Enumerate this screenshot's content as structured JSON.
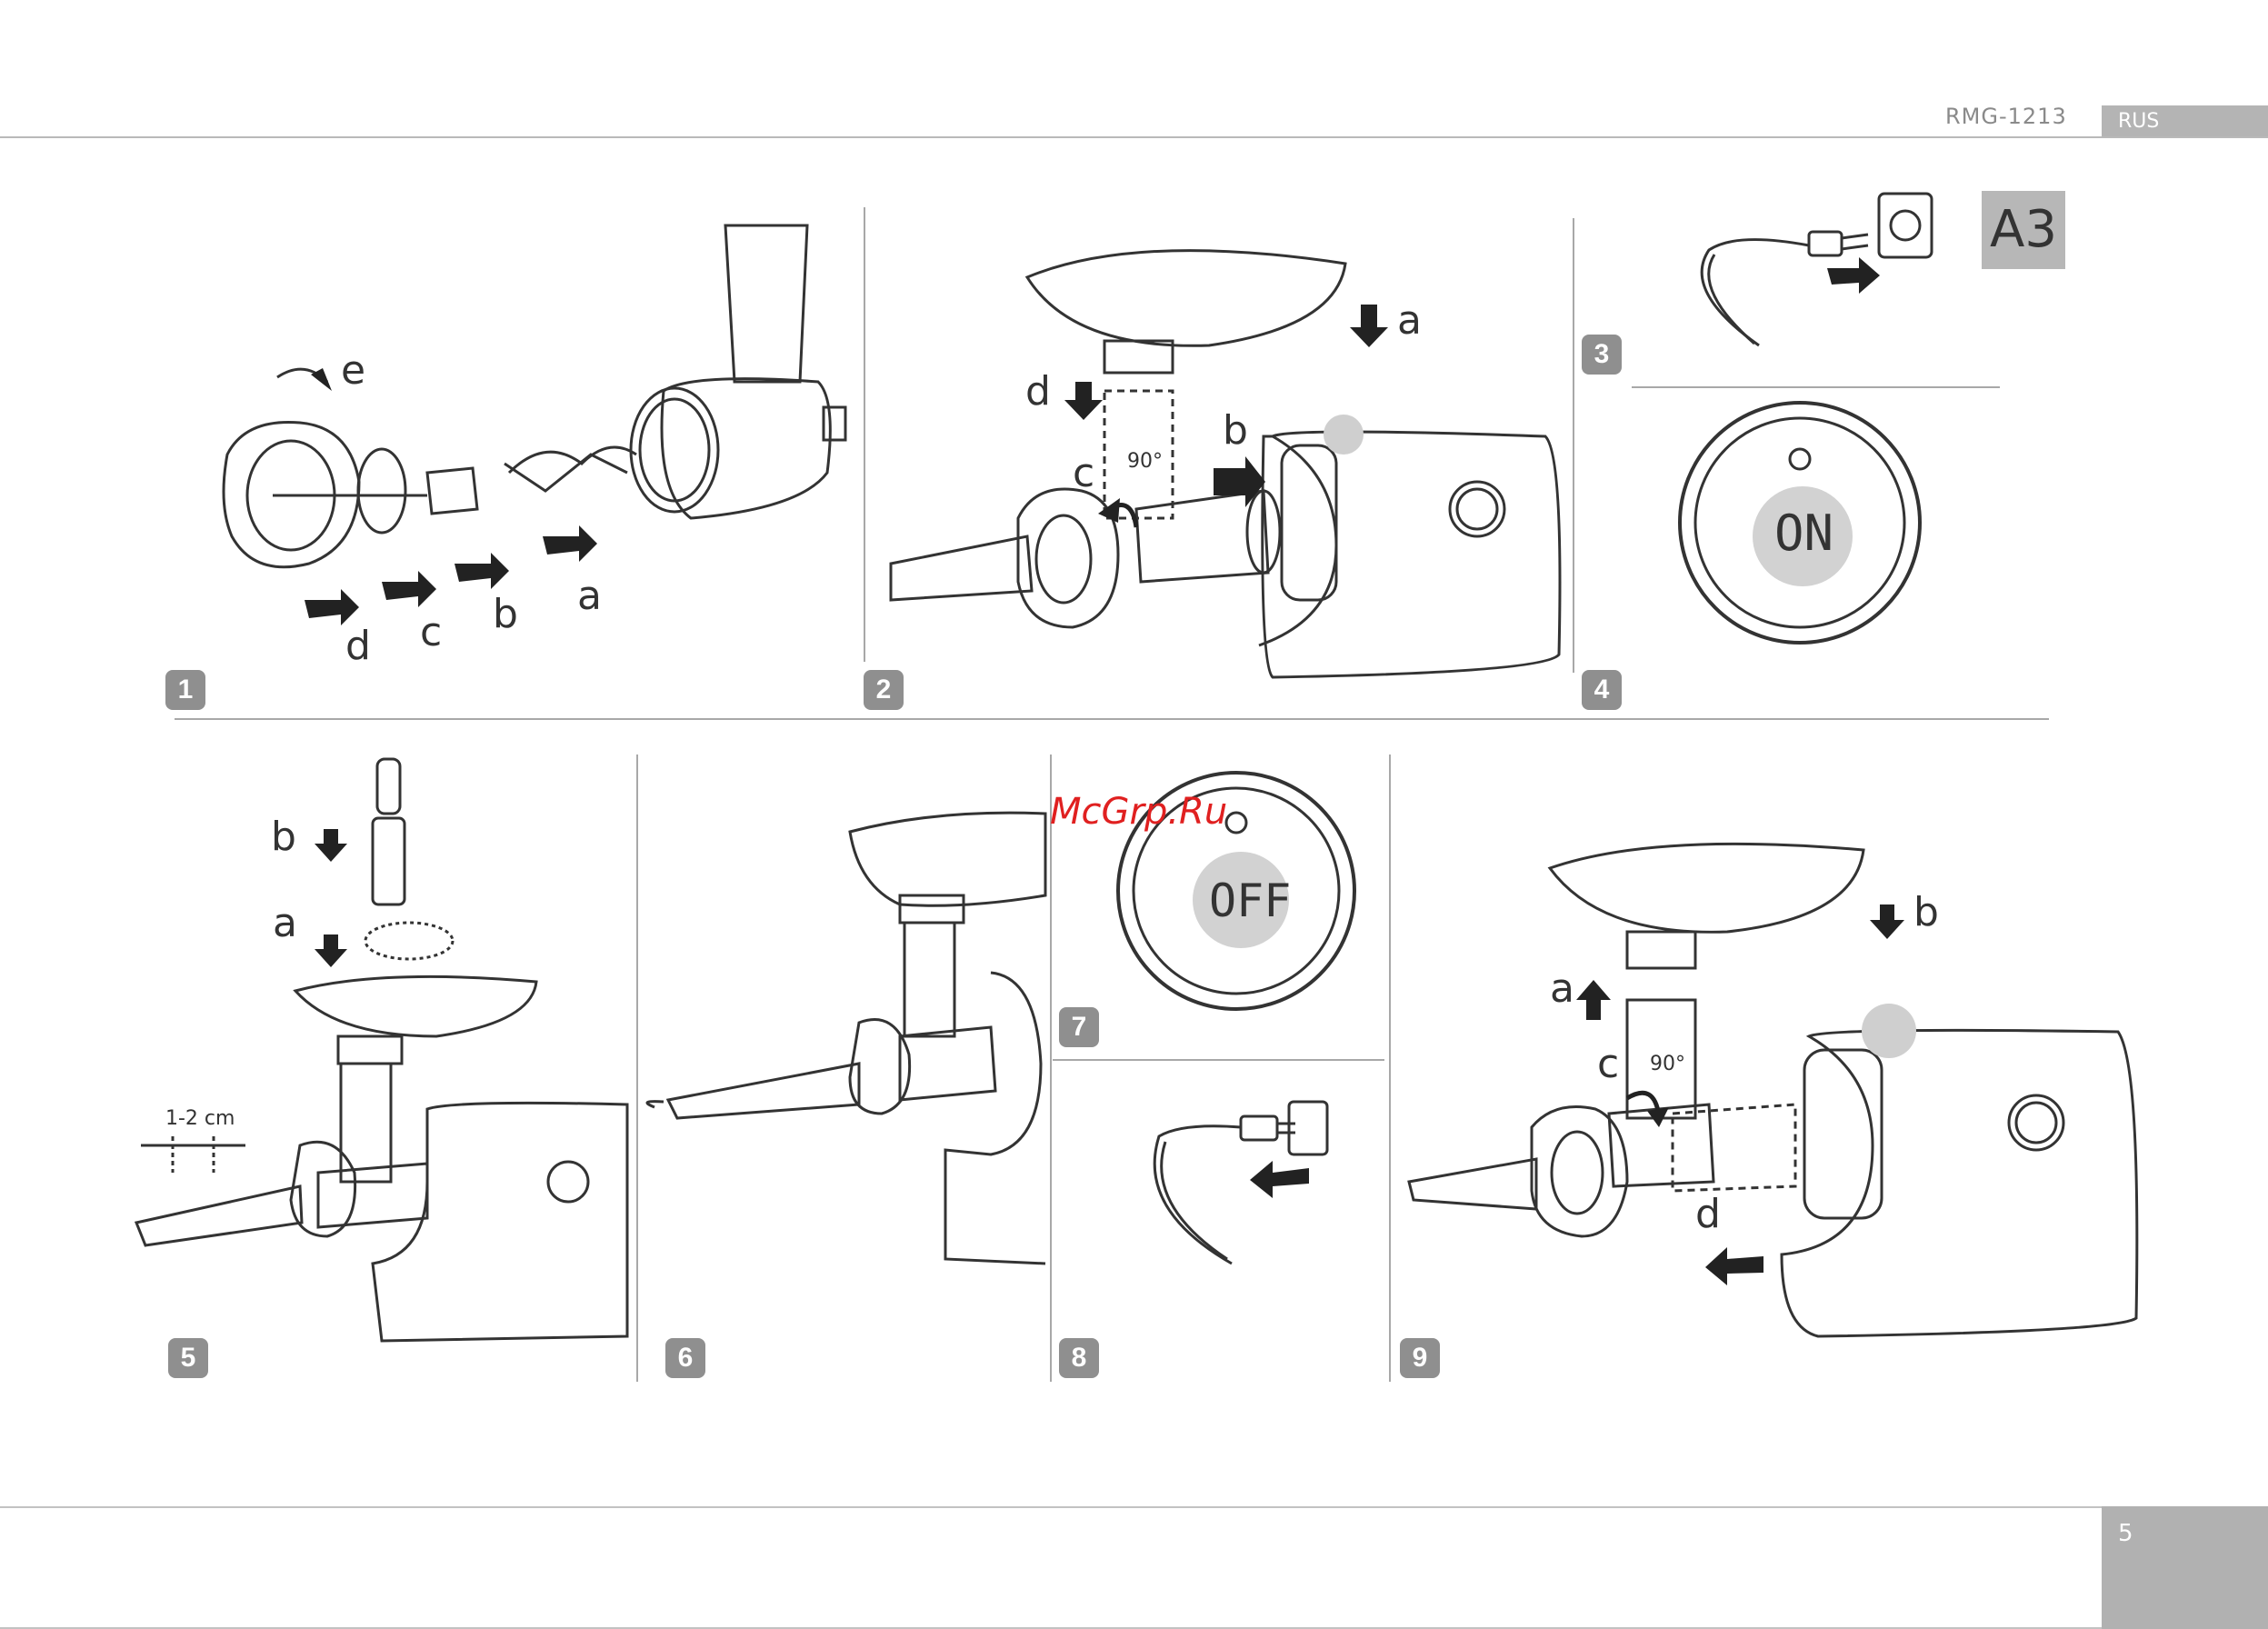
{
  "header": {
    "model": "RMG-1213",
    "lang": "RUS"
  },
  "section_tag": "A3",
  "watermark": "McGrp.Ru",
  "steps": [
    "1",
    "2",
    "3",
    "4",
    "5",
    "6",
    "7",
    "8",
    "9"
  ],
  "step1": {
    "labels": [
      "e",
      "d",
      "c",
      "b",
      "a"
    ]
  },
  "step2": {
    "labels": [
      "a",
      "d",
      "b",
      "c"
    ],
    "angle": "90°"
  },
  "step4": {
    "button": "ON"
  },
  "step5": {
    "labels": [
      "b",
      "a"
    ],
    "measure": "1-2 cm"
  },
  "step7": {
    "button": "OFF"
  },
  "step9": {
    "labels": [
      "a",
      "b",
      "c",
      "d"
    ],
    "angle": "90°"
  },
  "footer": {
    "page": "5"
  }
}
